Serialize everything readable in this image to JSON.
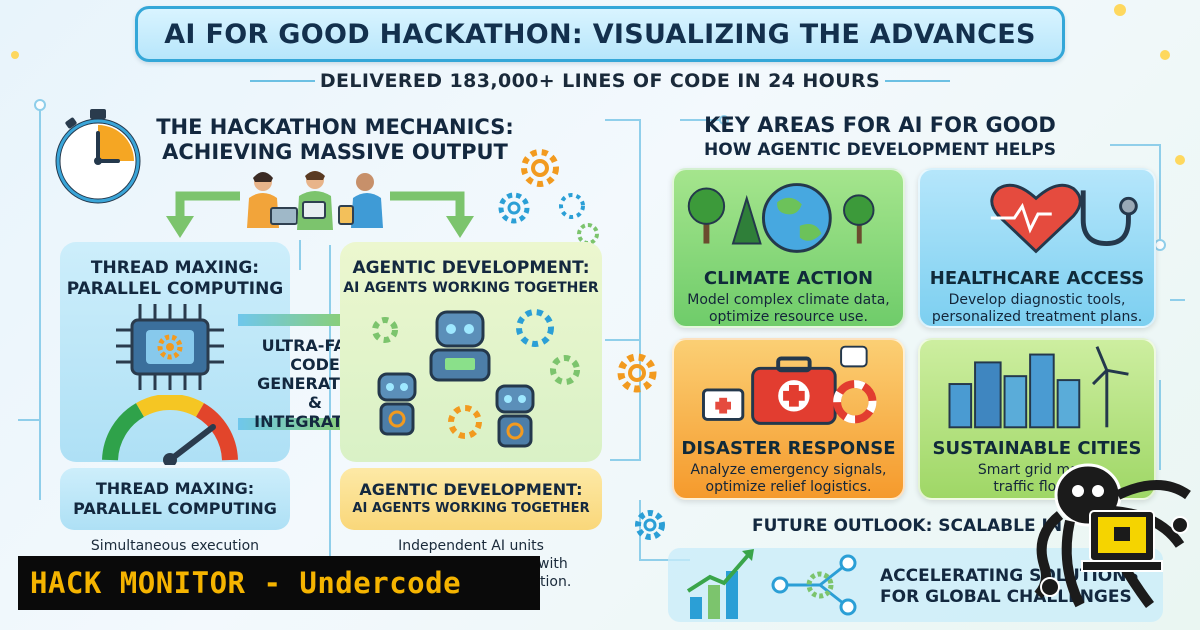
{
  "title": "AI FOR GOOD HACKATHON: VISUALIZING THE ADVANCES",
  "subtitle": "DELIVERED 183,000+ LINES OF CODE IN 24 HOURS",
  "mechanics": {
    "heading_line1": "THE HACKATHON MECHANICS:",
    "heading_line2": "ACHIEVING MASSIVE OUTPUT"
  },
  "thread_panel": {
    "title_line1": "THREAD MAXING:",
    "title_line2": "PARALLEL COMPUTING"
  },
  "agentic_panel": {
    "title_line1": "AGENTIC DEVELOPMENT:",
    "title_line2": "AI AGENTS WORKING TOGETHER"
  },
  "center_label": {
    "line1": "ULTRA-FAST",
    "line2": "CODE",
    "line3": "GENERATION",
    "line4": "& INTEGRATION"
  },
  "thread_pill": {
    "title_line1": "THREAD MAXING:",
    "title_line2": "PARALLEL COMPUTING",
    "desc": "Simultaneous execution"
  },
  "agentic_pill": {
    "title_line1": "AGENTIC DEVELOPMENT:",
    "title_line2": "AI AGENTS WORKING TOGETHER",
    "desc_line1": "Independent AI units",
    "desc_line2": "with",
    "desc_line3": "tion."
  },
  "key_areas": {
    "heading": "KEY AREAS FOR AI FOR GOOD",
    "subheading": "HOW AGENTIC DEVELOPMENT HELPS"
  },
  "cards": [
    {
      "title": "CLIMATE ACTION",
      "desc_line1": "Model complex climate data,",
      "desc_line2": "optimize resource use.",
      "color": "#7fd36e"
    },
    {
      "title": "HEALTHCARE ACCESS",
      "desc_line1": "Develop diagnostic tools,",
      "desc_line2": "personalized treatment plans.",
      "color": "#7ccff0"
    },
    {
      "title": "DISASTER RESPONSE",
      "desc_line1": "Analyze emergency signals,",
      "desc_line2": "optimize relief logistics.",
      "color": "#f7a53c"
    },
    {
      "title": "SUSTAINABLE CITIES",
      "desc_line1": "Smart grid mana",
      "desc_line2": "traffic flow o",
      "color": "#a8d86a"
    }
  ],
  "future": {
    "heading": "FUTURE OUTLOOK: SCALABLE IN",
    "line1": "ACCELERATING SOLUTIONS",
    "line2": "FOR GLOBAL CHALLENGES"
  },
  "banner": {
    "text": "HACK MONITOR - Undercode"
  },
  "colors": {
    "accent_blue": "#34a7d8",
    "banner_gold": "#f5b400",
    "gear_orange": "#f29a1f"
  }
}
